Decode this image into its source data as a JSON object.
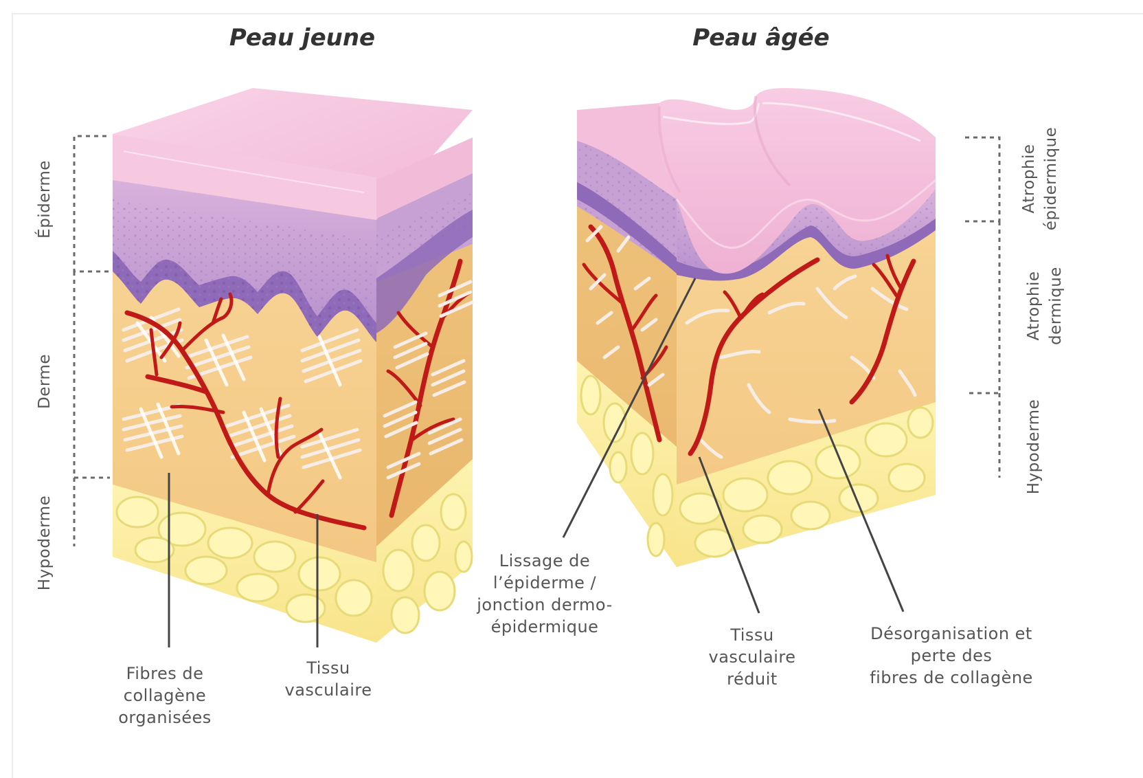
{
  "titles": {
    "young": "Peau jeune",
    "old": "Peau âgée"
  },
  "left_layers": {
    "epidermis": "Épiderme",
    "dermis": "Derme",
    "hypodermis": "Hypoderme"
  },
  "right_layers": {
    "epidermal_atrophy": [
      "Atrophie",
      "épidermique"
    ],
    "dermal_atrophy": [
      "Atrophie",
      "dermique"
    ],
    "hypodermis": "Hypoderme"
  },
  "callouts": {
    "collagen_organized": [
      "Fibres de",
      "collagène",
      "organisées"
    ],
    "vascular": [
      "Tissu",
      "vasculaire"
    ],
    "smoothing": [
      "Lissage de",
      "l’épiderme  /",
      "jonction dermo-",
      "épidermique"
    ],
    "vascular_reduced": [
      "Tissu",
      "vasculaire",
      "réduit"
    ],
    "collagen_loss": [
      "Désorganisation et",
      "perte des",
      "fibres de collagène"
    ]
  },
  "colors": {
    "epidermis_top": "#f5c4de",
    "epidermis_layer": "#c9a2d4",
    "basal_layer": "#8e6ab8",
    "dermis": "#f6d08e",
    "hypodermis": "#fdf2a6",
    "vessel": "#c01a18",
    "collagen": "#f6eee6"
  }
}
